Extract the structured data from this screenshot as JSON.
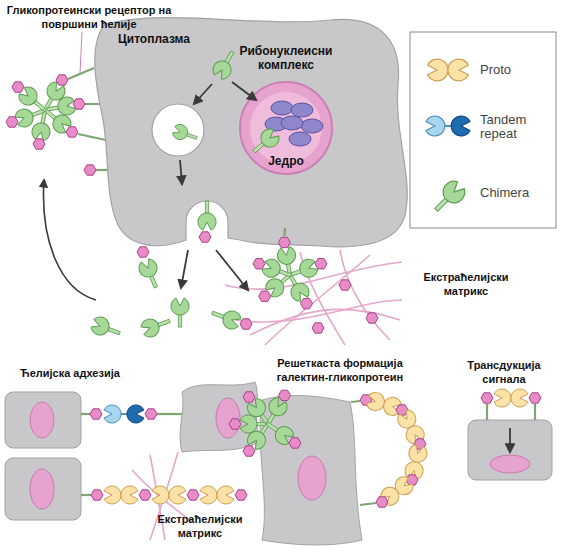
{
  "diagram": {
    "nodes": [
      {
        "text": [
          "Цитоплазма"
        ]
      },
      {
        "text": [
          "Рибонуклеисни комплекс",
          "Једро"
        ],
        "in": 0
      }
    ],
    "labels": [
      "Гликопротеински рецептор на површини ћелије",
      "Екстраћелијски матрикс",
      "Ћелијска адхезија",
      "Екстраћелијски матрикс",
      "Решеткаста формација галектин-гликопротеин",
      "Трансдукција сигнала"
    ],
    "legend": [
      {
        "text": "Proto"
      },
      {
        "text": "Tandem repeat"
      },
      {
        "text": "Chimera"
      }
    ]
  }
}
